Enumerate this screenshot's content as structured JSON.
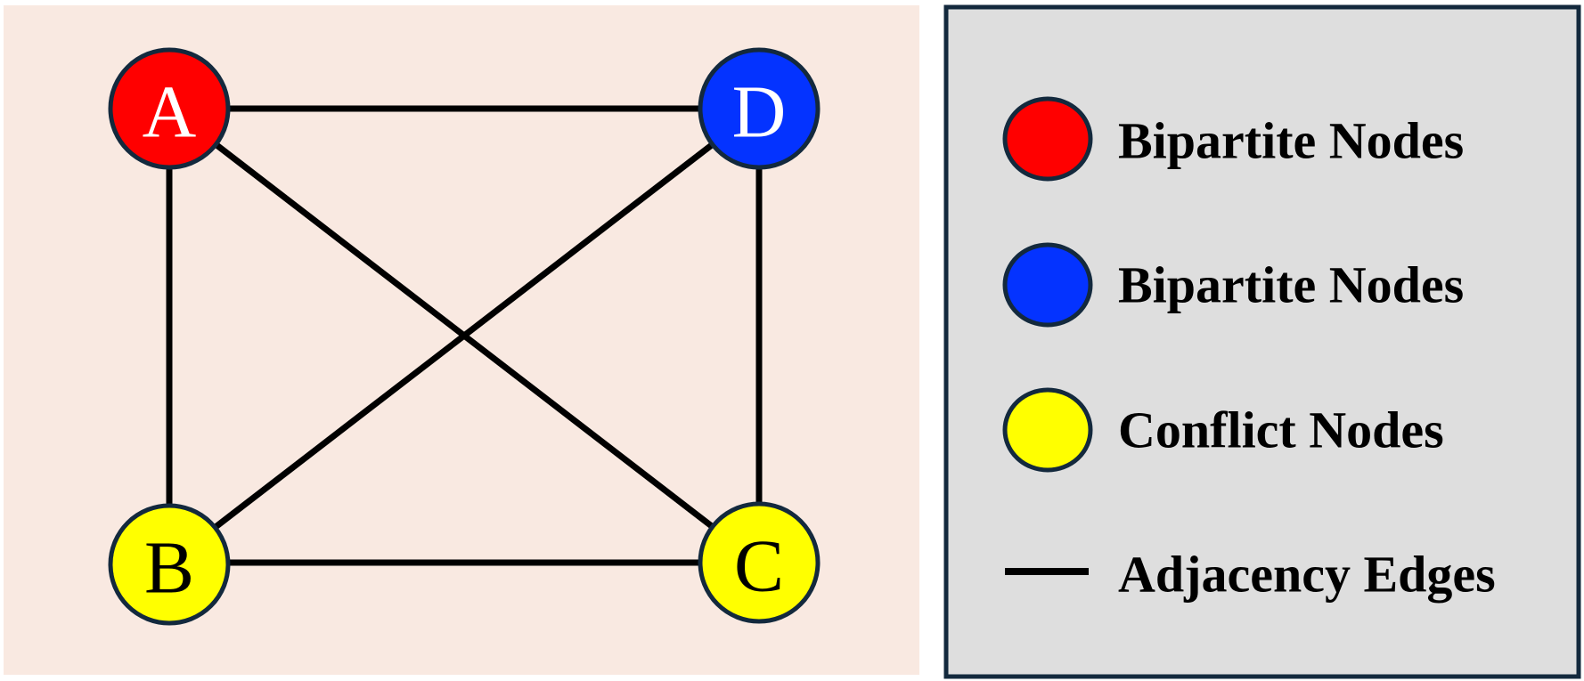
{
  "colors": {
    "graph_background": "#f9e9e1",
    "legend_background": "#dedede",
    "legend_border": "#13293d",
    "node_outline": "#13293d",
    "edge": "#000000",
    "red": "#ff0000",
    "blue": "#0433ff",
    "yellow": "#ffff00"
  },
  "graph": {
    "nodes": [
      {
        "id": "A",
        "label": "A",
        "color": "#ff0000",
        "text_color": "#ffffff"
      },
      {
        "id": "D",
        "label": "D",
        "color": "#0433ff",
        "text_color": "#ffffff"
      },
      {
        "id": "B",
        "label": "B",
        "color": "#ffff00",
        "text_color": "#000000"
      },
      {
        "id": "C",
        "label": "C",
        "color": "#ffff00",
        "text_color": "#000000"
      }
    ],
    "edges": [
      [
        "A",
        "D"
      ],
      [
        "A",
        "B"
      ],
      [
        "A",
        "C"
      ],
      [
        "D",
        "B"
      ],
      [
        "D",
        "C"
      ],
      [
        "B",
        "C"
      ]
    ]
  },
  "legend": {
    "items": [
      {
        "type": "circle",
        "color": "#ff0000",
        "label": "Bipartite Nodes"
      },
      {
        "type": "circle",
        "color": "#0433ff",
        "label": "Bipartite Nodes"
      },
      {
        "type": "circle",
        "color": "#ffff00",
        "label": "Conflict Nodes"
      },
      {
        "type": "line",
        "color": "#000000",
        "label": "Adjacency Edges"
      }
    ]
  }
}
